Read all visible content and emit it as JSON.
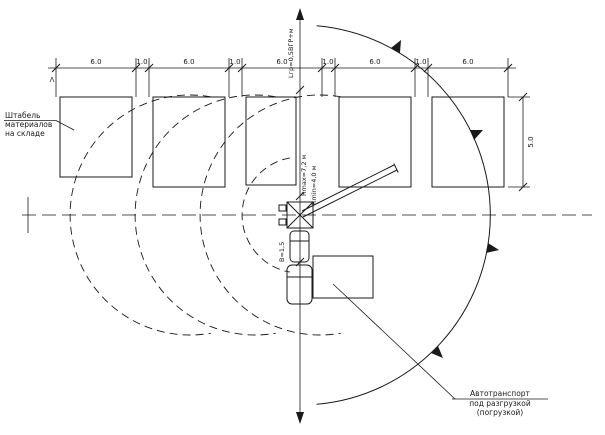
{
  "colors": {
    "ink": "#1a1a1a",
    "bg": "#ffffff"
  },
  "dim_top": {
    "labels": [
      "6.0",
      "1.0",
      "6.0",
      "1.0",
      "6.0",
      "1.0",
      "6.0",
      "1.0",
      "6.0"
    ]
  },
  "dim_right": {
    "label": "5.0"
  },
  "axis_labels": {
    "lgr": "Lгр=0,5ВГР+м",
    "rmax": "Rmax=7,2 м",
    "rmin": "Rmin=4,0 м",
    "b": "В=1,5"
  },
  "callouts": {
    "stack": {
      "lines": [
        "Штабель",
        "материалов",
        "на складе"
      ]
    },
    "transport": {
      "lines": [
        "Автотранспорт",
        "под разгрузкой",
        "(погрузкой)"
      ]
    }
  },
  "marks": {
    "break": "Λ"
  }
}
